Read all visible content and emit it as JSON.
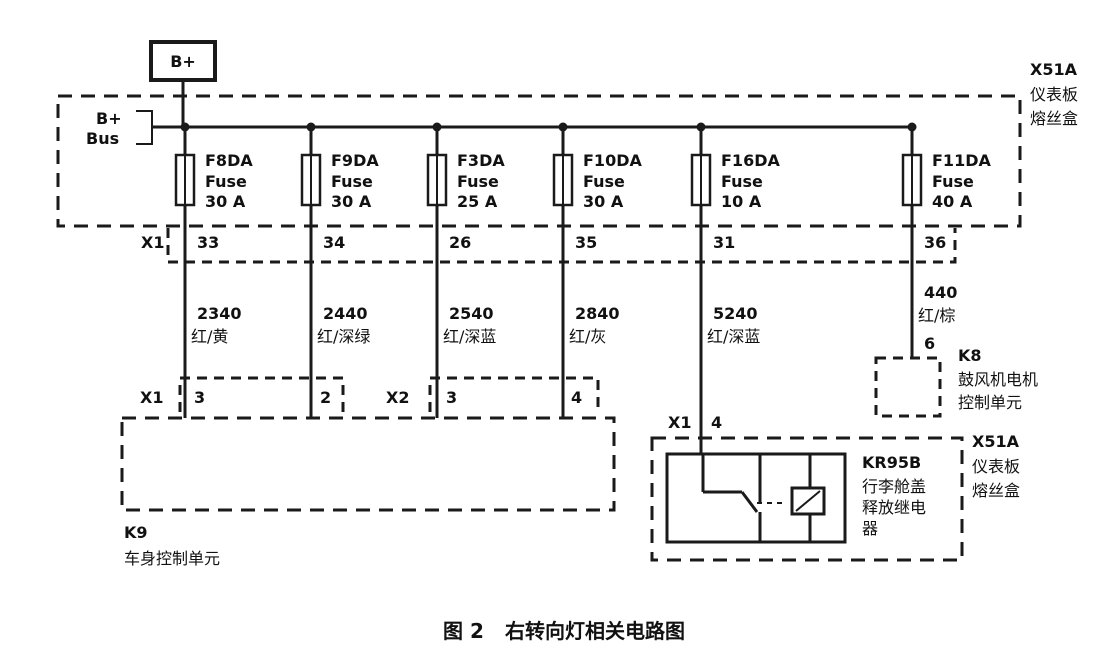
{
  "power": {
    "label": "B+"
  },
  "bus": {
    "label1": "B+",
    "label2": "Bus"
  },
  "fuse_box_top": {
    "id": "X51A",
    "name1": "仪表板",
    "name2": "熔丝盒"
  },
  "connector_x1_top": "X1",
  "fuses": [
    {
      "id": "F8DA",
      "type": "Fuse",
      "rating": "30 A",
      "pin": "33",
      "wire": "2340",
      "color": "红/黄"
    },
    {
      "id": "F9DA",
      "type": "Fuse",
      "rating": "30 A",
      "pin": "34",
      "wire": "2440",
      "color": "红/深绿"
    },
    {
      "id": "F3DA",
      "type": "Fuse",
      "rating": "25 A",
      "pin": "26",
      "wire": "2540",
      "color": "红/深蓝"
    },
    {
      "id": "F10DA",
      "type": "Fuse",
      "rating": "30 A",
      "pin": "35",
      "wire": "2840",
      "color": "红/灰"
    },
    {
      "id": "F16DA",
      "type": "Fuse",
      "rating": "10 A",
      "pin": "31",
      "wire": "5240",
      "color": "红/深蓝"
    },
    {
      "id": "F11DA",
      "type": "Fuse",
      "rating": "40 A",
      "pin": "36",
      "wire": "440",
      "color": "红/棕"
    }
  ],
  "k9": {
    "id": "K9",
    "name": "车身控制单元",
    "x1_label": "X1",
    "x2_label": "X2",
    "pins": [
      "3",
      "2",
      "3",
      "4"
    ]
  },
  "k8": {
    "id": "K8",
    "name1": "鼓风机电机",
    "name2": "控制单元",
    "pin": "6"
  },
  "relay_box": {
    "x1_label": "X1",
    "pin": "4",
    "relay_id": "KR95B",
    "relay_name1": "行李舱盖",
    "relay_name2": "释放继电",
    "relay_name3": "器",
    "box_id": "X51A",
    "box_name1": "仪表板",
    "box_name2": "熔丝盒"
  },
  "caption": {
    "fig": "图 2",
    "title": "右转向灯相关电路图"
  }
}
